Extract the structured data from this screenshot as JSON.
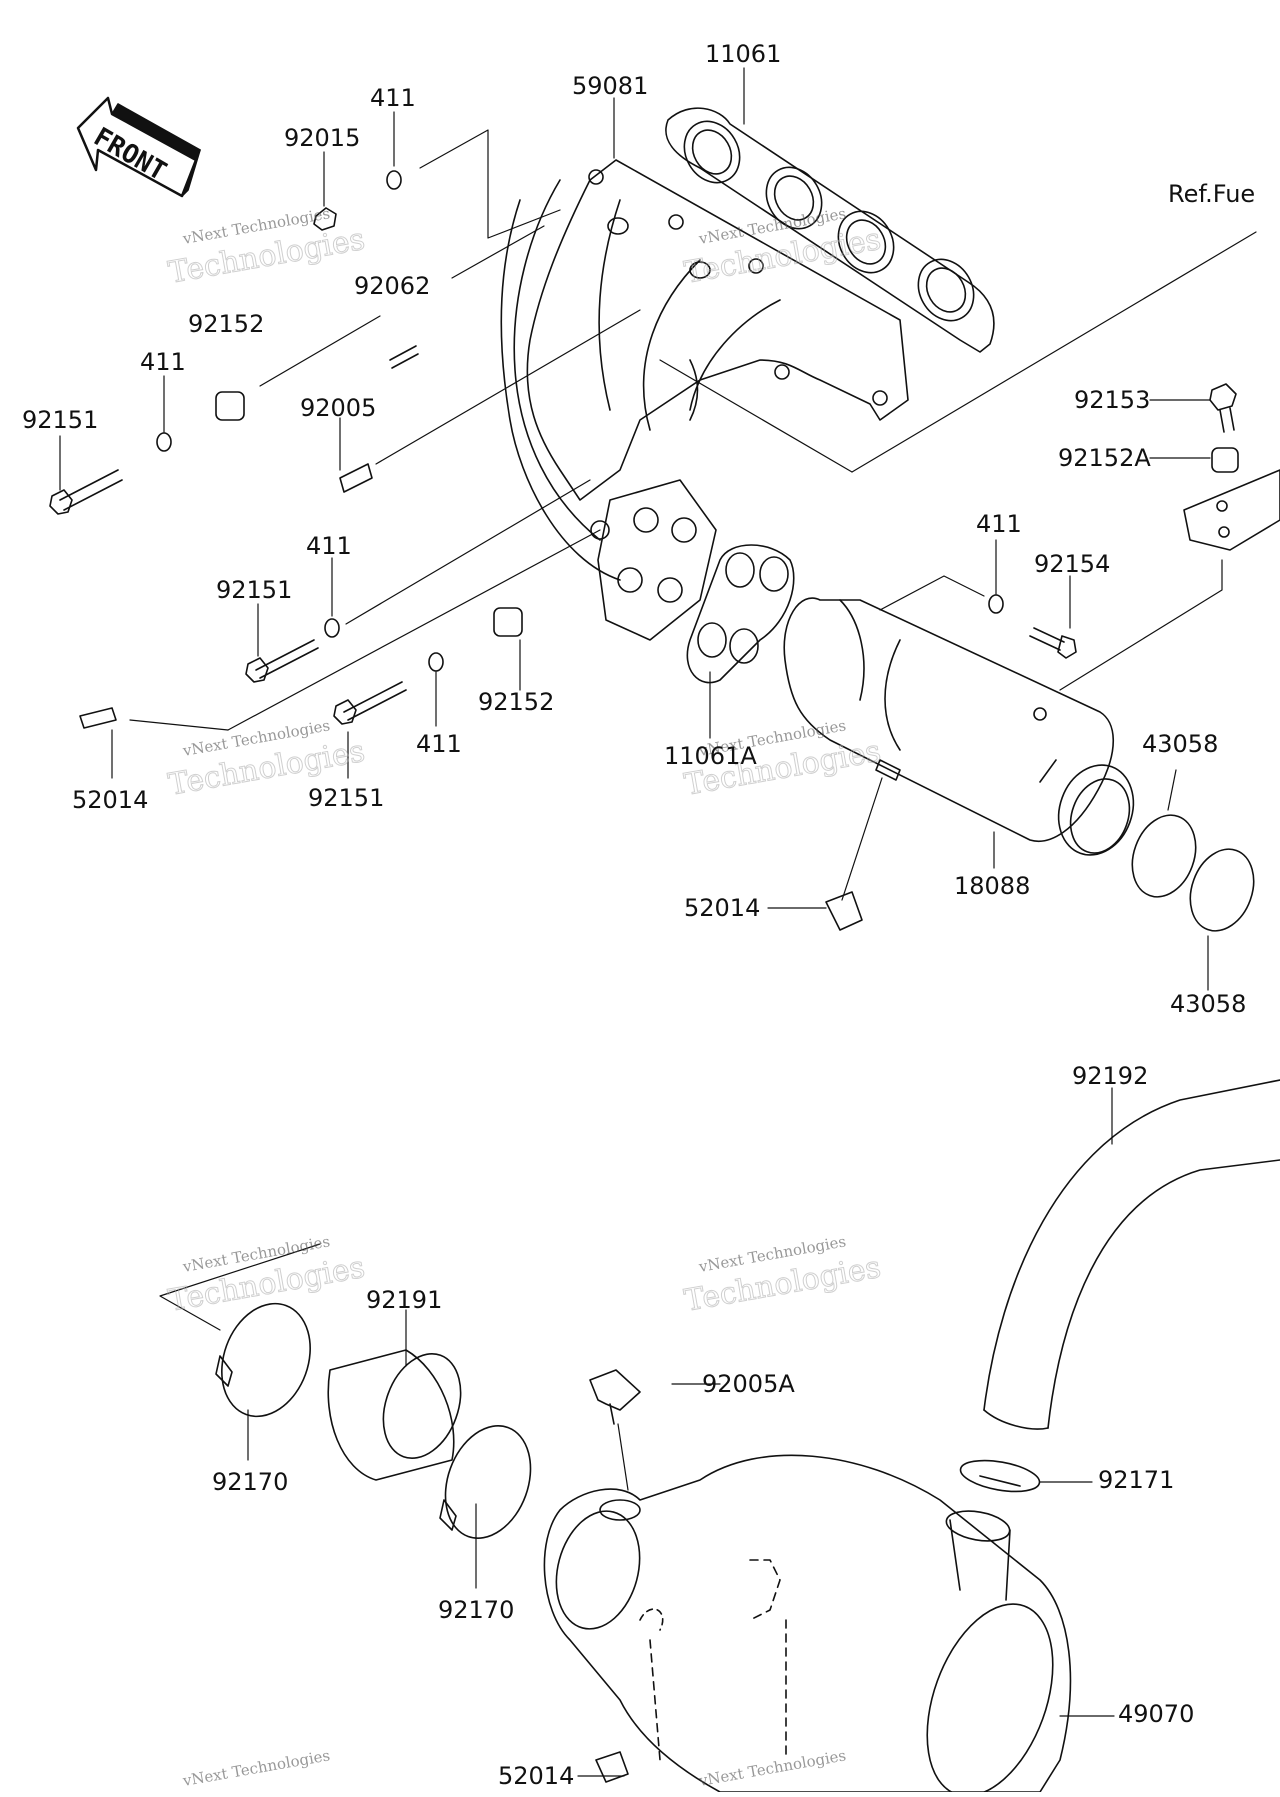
{
  "diagram": {
    "front_label": "FRONT",
    "ref_label": "Ref.Fue",
    "watermark_small": "vNext Technologies",
    "watermark_large": "Technologies",
    "parts": [
      {
        "id": "p11061",
        "label": "11061"
      },
      {
        "id": "p59081",
        "label": "59081"
      },
      {
        "id": "p411a",
        "label": "411"
      },
      {
        "id": "p92015",
        "label": "92015"
      },
      {
        "id": "p92062",
        "label": "92062"
      },
      {
        "id": "p92152a",
        "label": "92152"
      },
      {
        "id": "p411b",
        "label": "411"
      },
      {
        "id": "p92151a",
        "label": "92151"
      },
      {
        "id": "p92005",
        "label": "92005"
      },
      {
        "id": "p411c",
        "label": "411"
      },
      {
        "id": "p92151b",
        "label": "92151"
      },
      {
        "id": "p52014a",
        "label": "52014"
      },
      {
        "id": "p92151c",
        "label": "92151"
      },
      {
        "id": "p411d",
        "label": "411"
      },
      {
        "id": "p92152b",
        "label": "92152"
      },
      {
        "id": "p11061A",
        "label": "11061A"
      },
      {
        "id": "p411e",
        "label": "411"
      },
      {
        "id": "p92154",
        "label": "92154"
      },
      {
        "id": "p92153",
        "label": "92153"
      },
      {
        "id": "p92152A",
        "label": "92152A"
      },
      {
        "id": "p43058a",
        "label": "43058"
      },
      {
        "id": "p43058b",
        "label": "43058"
      },
      {
        "id": "p18088",
        "label": "18088"
      },
      {
        "id": "p52014b",
        "label": "52014"
      },
      {
        "id": "p92192",
        "label": "92192"
      },
      {
        "id": "p92191",
        "label": "92191"
      },
      {
        "id": "p92005A",
        "label": "92005A"
      },
      {
        "id": "p92170a",
        "label": "92170"
      },
      {
        "id": "p92170b",
        "label": "92170"
      },
      {
        "id": "p92171",
        "label": "92171"
      },
      {
        "id": "p49070",
        "label": "49070"
      },
      {
        "id": "p52014c",
        "label": "52014"
      }
    ]
  }
}
